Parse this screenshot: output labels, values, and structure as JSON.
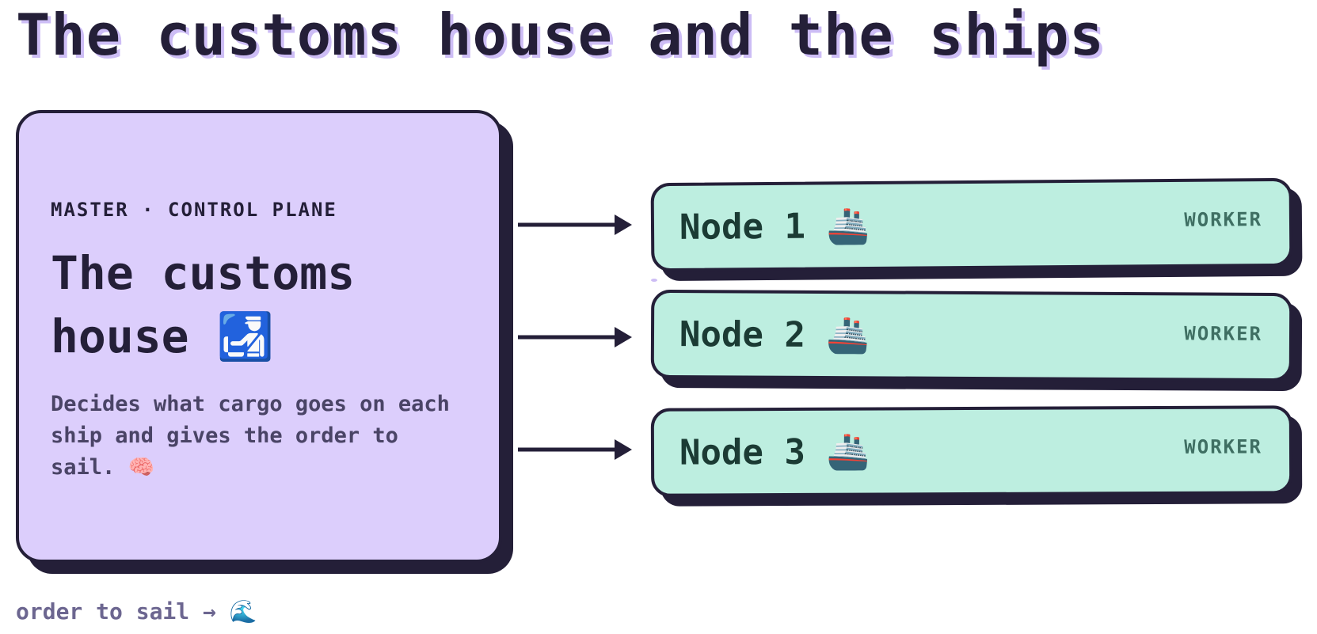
{
  "title": "The customs house and the ships",
  "master": {
    "eyebrow": "MASTER · CONTROL PLANE",
    "heading_line1": "The customs",
    "heading_line2": "house 🛃",
    "description": "Decides what cargo goes on each ship and gives the order to sail. 🧠"
  },
  "nodes": [
    {
      "name": "Node 1 🚢",
      "tag": "WORKER"
    },
    {
      "name": "Node 2 🚢",
      "tag": "WORKER"
    },
    {
      "name": "Node 3 🚢",
      "tag": "WORKER"
    }
  ],
  "footnote": "order to sail → 🌊",
  "colors": {
    "master_bg": "#dccefc",
    "node_bg": "#bdeee0",
    "ink": "#241f38",
    "title_shadow": "#cdbdf5"
  }
}
